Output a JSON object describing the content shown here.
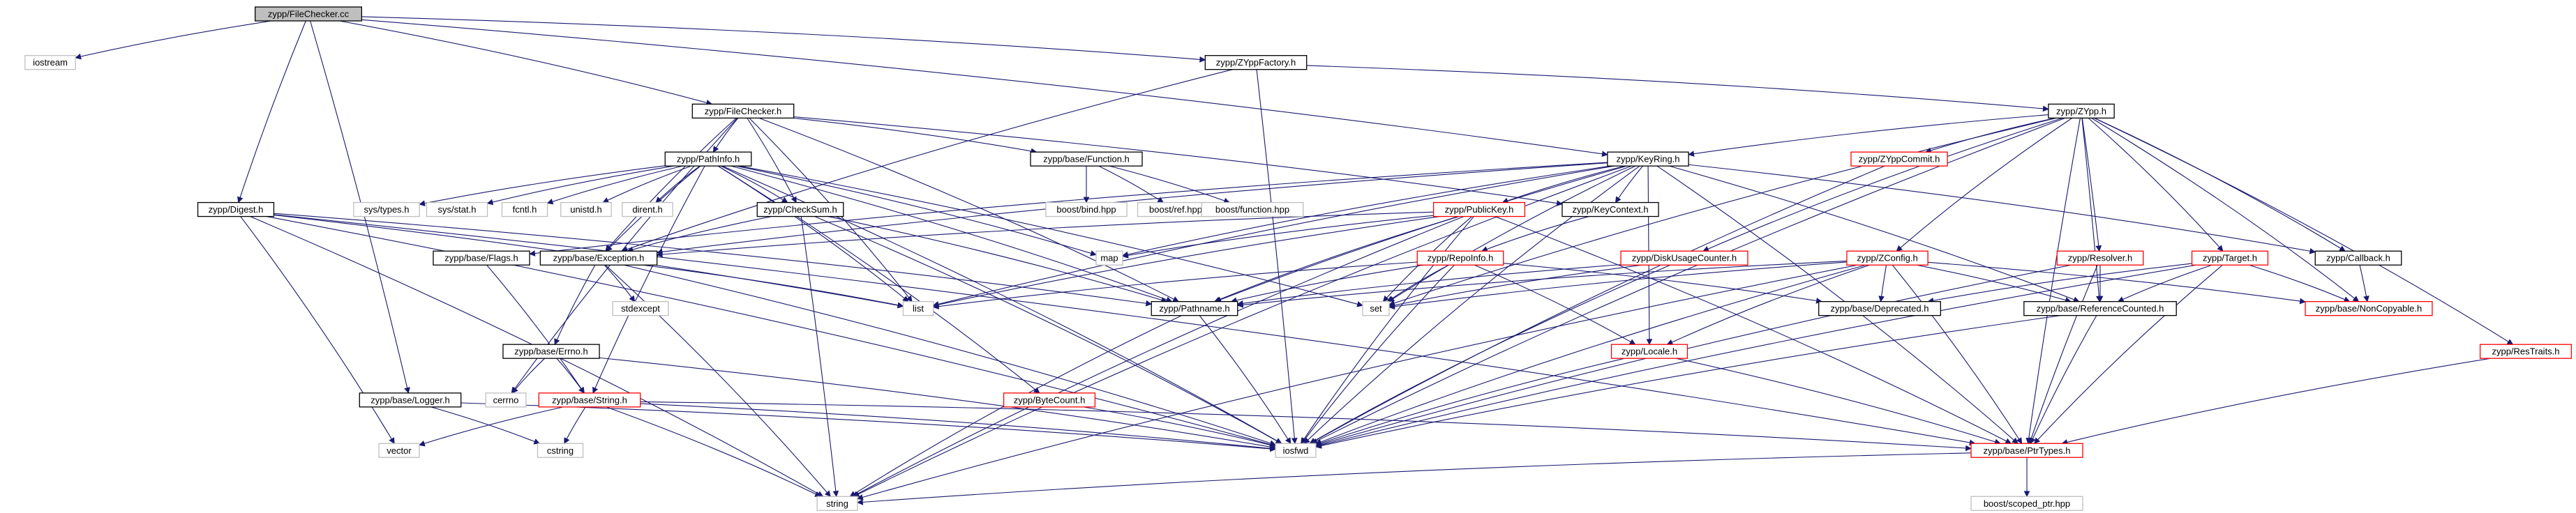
{
  "diagram": {
    "colors": {
      "edge": "#191970",
      "root_fill": "#bfbfbf",
      "node_fill": "#ffffff",
      "border_black": "#000000",
      "border_red": "#ff0000",
      "border_grey": "#bfbfbf"
    },
    "nodes": [
      {
        "id": "filechecker_cc",
        "label": "zypp/FileChecker.cc",
        "style": "root"
      },
      {
        "id": "iostream",
        "label": "iostream",
        "style": "grey"
      },
      {
        "id": "zyppfactory",
        "label": "zypp/ZYppFactory.h",
        "style": "black"
      },
      {
        "id": "filechecker_h",
        "label": "zypp/FileChecker.h",
        "style": "black"
      },
      {
        "id": "zypp_h",
        "label": "zypp/ZYpp.h",
        "style": "black"
      },
      {
        "id": "pathinfo",
        "label": "zypp/PathInfo.h",
        "style": "black"
      },
      {
        "id": "function",
        "label": "zypp/base/Function.h",
        "style": "black"
      },
      {
        "id": "keyring",
        "label": "zypp/KeyRing.h",
        "style": "black"
      },
      {
        "id": "zyppcommit",
        "label": "zypp/ZYppCommit.h",
        "style": "red"
      },
      {
        "id": "systypes",
        "label": "sys/types.h",
        "style": "grey"
      },
      {
        "id": "sysstat",
        "label": "sys/stat.h",
        "style": "grey"
      },
      {
        "id": "fcntl",
        "label": "fcntl.h",
        "style": "grey"
      },
      {
        "id": "unistd",
        "label": "unistd.h",
        "style": "grey"
      },
      {
        "id": "dirent",
        "label": "dirent.h",
        "style": "grey"
      },
      {
        "id": "boostbind",
        "label": "boost/bind.hpp",
        "style": "grey"
      },
      {
        "id": "boostref",
        "label": "boost/ref.hpp",
        "style": "grey"
      },
      {
        "id": "boostfunction",
        "label": "boost/function.hpp",
        "style": "grey"
      },
      {
        "id": "digest",
        "label": "zypp/Digest.h",
        "style": "black"
      },
      {
        "id": "checksum",
        "label": "zypp/CheckSum.h",
        "style": "black"
      },
      {
        "id": "publickey",
        "label": "zypp/PublicKey.h",
        "style": "red"
      },
      {
        "id": "keycontext",
        "label": "zypp/KeyContext.h",
        "style": "black"
      },
      {
        "id": "map",
        "label": "map",
        "style": "grey"
      },
      {
        "id": "flags",
        "label": "zypp/base/Flags.h",
        "style": "black"
      },
      {
        "id": "exception",
        "label": "zypp/base/Exception.h",
        "style": "black"
      },
      {
        "id": "repoinfo",
        "label": "zypp/RepoInfo.h",
        "style": "red"
      },
      {
        "id": "diskusage",
        "label": "zypp/DiskUsageCounter.h",
        "style": "red"
      },
      {
        "id": "zconfig",
        "label": "zypp/ZConfig.h",
        "style": "red"
      },
      {
        "id": "resolver",
        "label": "zypp/Resolver.h",
        "style": "red"
      },
      {
        "id": "target",
        "label": "zypp/Target.h",
        "style": "red"
      },
      {
        "id": "callback",
        "label": "zypp/Callback.h",
        "style": "black"
      },
      {
        "id": "stdexcept",
        "label": "stdexcept",
        "style": "grey"
      },
      {
        "id": "list",
        "label": "list",
        "style": "grey"
      },
      {
        "id": "set",
        "label": "set",
        "style": "grey"
      },
      {
        "id": "pathname",
        "label": "zypp/Pathname.h",
        "style": "black"
      },
      {
        "id": "deprecated",
        "label": "zypp/base/Deprecated.h",
        "style": "black"
      },
      {
        "id": "refcounted",
        "label": "zypp/base/ReferenceCounted.h",
        "style": "black"
      },
      {
        "id": "noncopyable",
        "label": "zypp/base/NonCopyable.h",
        "style": "red"
      },
      {
        "id": "errno",
        "label": "zypp/base/Errno.h",
        "style": "black"
      },
      {
        "id": "locale",
        "label": "zypp/Locale.h",
        "style": "red"
      },
      {
        "id": "restraits",
        "label": "zypp/ResTraits.h",
        "style": "red"
      },
      {
        "id": "logger",
        "label": "zypp/base/Logger.h",
        "style": "black"
      },
      {
        "id": "cerrno",
        "label": "cerrno",
        "style": "grey"
      },
      {
        "id": "string_h",
        "label": "zypp/base/String.h",
        "style": "red"
      },
      {
        "id": "bytecount",
        "label": "zypp/ByteCount.h",
        "style": "red"
      },
      {
        "id": "vector",
        "label": "vector",
        "style": "grey"
      },
      {
        "id": "cstring",
        "label": "cstring",
        "style": "grey"
      },
      {
        "id": "iosfwd",
        "label": "iosfwd",
        "style": "grey"
      },
      {
        "id": "ptrtypes",
        "label": "zypp/base/PtrTypes.h",
        "style": "red"
      },
      {
        "id": "string",
        "label": "string",
        "style": "grey"
      },
      {
        "id": "scopedptr",
        "label": "boost/scoped_ptr.hpp",
        "style": "grey"
      }
    ],
    "edges": [
      [
        "filechecker_cc",
        "iostream"
      ],
      [
        "filechecker_cc",
        "zyppfactory"
      ],
      [
        "filechecker_cc",
        "filechecker_h"
      ],
      [
        "filechecker_cc",
        "keyring"
      ],
      [
        "filechecker_cc",
        "digest"
      ],
      [
        "filechecker_cc",
        "logger"
      ],
      [
        "filechecker_h",
        "pathinfo"
      ],
      [
        "filechecker_h",
        "function"
      ],
      [
        "filechecker_h",
        "checksum"
      ],
      [
        "filechecker_h",
        "keycontext"
      ],
      [
        "filechecker_h",
        "exception"
      ],
      [
        "filechecker_h",
        "list"
      ],
      [
        "filechecker_h",
        "cerrno"
      ],
      [
        "filechecker_h",
        "pathname"
      ],
      [
        "zyppfactory",
        "zypp_h"
      ],
      [
        "zyppfactory",
        "exception"
      ],
      [
        "zyppfactory",
        "iosfwd"
      ],
      [
        "zypp_h",
        "keyring"
      ],
      [
        "zypp_h",
        "zyppcommit"
      ],
      [
        "zypp_h",
        "diskusage"
      ],
      [
        "zypp_h",
        "zconfig"
      ],
      [
        "zypp_h",
        "resolver"
      ],
      [
        "zypp_h",
        "target"
      ],
      [
        "zypp_h",
        "callback"
      ],
      [
        "zypp_h",
        "restraits"
      ],
      [
        "zypp_h",
        "refcounted"
      ],
      [
        "zypp_h",
        "noncopyable"
      ],
      [
        "zypp_h",
        "ptrtypes"
      ],
      [
        "zypp_h",
        "set"
      ],
      [
        "zypp_h",
        "iosfwd"
      ],
      [
        "pathinfo",
        "systypes"
      ],
      [
        "pathinfo",
        "sysstat"
      ],
      [
        "pathinfo",
        "fcntl"
      ],
      [
        "pathinfo",
        "unistd"
      ],
      [
        "pathinfo",
        "dirent"
      ],
      [
        "pathinfo",
        "checksum"
      ],
      [
        "pathinfo",
        "map"
      ],
      [
        "pathinfo",
        "list"
      ],
      [
        "pathinfo",
        "pathname"
      ],
      [
        "pathinfo",
        "string_h"
      ],
      [
        "pathinfo",
        "bytecount"
      ],
      [
        "pathinfo",
        "iosfwd"
      ],
      [
        "pathinfo",
        "set"
      ],
      [
        "pathinfo",
        "exception"
      ],
      [
        "function",
        "boostbind"
      ],
      [
        "function",
        "boostref"
      ],
      [
        "function",
        "boostfunction"
      ],
      [
        "keyring",
        "publickey"
      ],
      [
        "keyring",
        "keycontext"
      ],
      [
        "keyring",
        "callback"
      ],
      [
        "keyring",
        "map"
      ],
      [
        "keyring",
        "list"
      ],
      [
        "keyring",
        "set"
      ],
      [
        "keyring",
        "iosfwd"
      ],
      [
        "keyring",
        "refcounted"
      ],
      [
        "keyring",
        "ptrtypes"
      ],
      [
        "keyring",
        "string"
      ],
      [
        "keyring",
        "locale"
      ],
      [
        "keyring",
        "flags"
      ],
      [
        "keyring",
        "exception"
      ],
      [
        "keyring",
        "pathname"
      ],
      [
        "zyppcommit",
        "iosfwd"
      ],
      [
        "digest",
        "string"
      ],
      [
        "digest",
        "vector"
      ],
      [
        "digest",
        "iosfwd"
      ],
      [
        "digest",
        "ptrtypes"
      ],
      [
        "digest",
        "pathname"
      ],
      [
        "digest",
        "list"
      ],
      [
        "checksum",
        "exception"
      ],
      [
        "checksum",
        "iosfwd"
      ],
      [
        "checksum",
        "string"
      ],
      [
        "checksum",
        "pathname"
      ],
      [
        "publickey",
        "map"
      ],
      [
        "publickey",
        "list"
      ],
      [
        "publickey",
        "set"
      ],
      [
        "publickey",
        "pathname"
      ],
      [
        "publickey",
        "exception"
      ],
      [
        "publickey",
        "ptrtypes"
      ],
      [
        "publickey",
        "iosfwd"
      ],
      [
        "publickey",
        "string"
      ],
      [
        "keycontext",
        "repoinfo"
      ],
      [
        "flags",
        "string_h"
      ],
      [
        "exception",
        "stdexcept"
      ],
      [
        "exception",
        "errno"
      ],
      [
        "exception",
        "list"
      ],
      [
        "exception",
        "iosfwd"
      ],
      [
        "exception",
        "string"
      ],
      [
        "repoinfo",
        "list"
      ],
      [
        "repoinfo",
        "set"
      ],
      [
        "repoinfo",
        "iosfwd"
      ],
      [
        "repoinfo",
        "locale"
      ],
      [
        "repoinfo",
        "deprecated"
      ],
      [
        "repoinfo",
        "pathname"
      ],
      [
        "diskusage",
        "set"
      ],
      [
        "diskusage",
        "iosfwd"
      ],
      [
        "diskusage",
        "pathname"
      ],
      [
        "zconfig",
        "set"
      ],
      [
        "zconfig",
        "iosfwd"
      ],
      [
        "zconfig",
        "locale"
      ],
      [
        "zconfig",
        "deprecated"
      ],
      [
        "zconfig",
        "refcounted"
      ],
      [
        "zconfig",
        "ptrtypes"
      ],
      [
        "zconfig",
        "noncopyable"
      ],
      [
        "zconfig",
        "pathname"
      ],
      [
        "zconfig",
        "string"
      ],
      [
        "resolver",
        "refcounted"
      ],
      [
        "resolver",
        "ptrtypes"
      ],
      [
        "resolver",
        "iosfwd"
      ],
      [
        "target",
        "refcounted"
      ],
      [
        "target",
        "ptrtypes"
      ],
      [
        "target",
        "noncopyable"
      ],
      [
        "target",
        "iosfwd"
      ],
      [
        "target",
        "deprecated"
      ],
      [
        "callback",
        "noncopyable"
      ],
      [
        "pathname",
        "iosfwd"
      ],
      [
        "pathname",
        "string"
      ],
      [
        "refcounted",
        "iosfwd"
      ],
      [
        "refcounted",
        "ptrtypes"
      ],
      [
        "errno",
        "cerrno"
      ],
      [
        "errno",
        "string_h"
      ],
      [
        "errno",
        "iosfwd"
      ],
      [
        "locale",
        "iosfwd"
      ],
      [
        "locale",
        "ptrtypes"
      ],
      [
        "restraits",
        "ptrtypes"
      ],
      [
        "logger",
        "iosfwd"
      ],
      [
        "logger",
        "cstring"
      ],
      [
        "string_h",
        "vector"
      ],
      [
        "string_h",
        "cstring"
      ],
      [
        "string_h",
        "string"
      ],
      [
        "string_h",
        "iosfwd"
      ],
      [
        "string_h",
        "ptrtypes"
      ],
      [
        "bytecount",
        "iosfwd"
      ],
      [
        "ptrtypes",
        "string"
      ],
      [
        "ptrtypes",
        "scopedptr"
      ]
    ]
  }
}
